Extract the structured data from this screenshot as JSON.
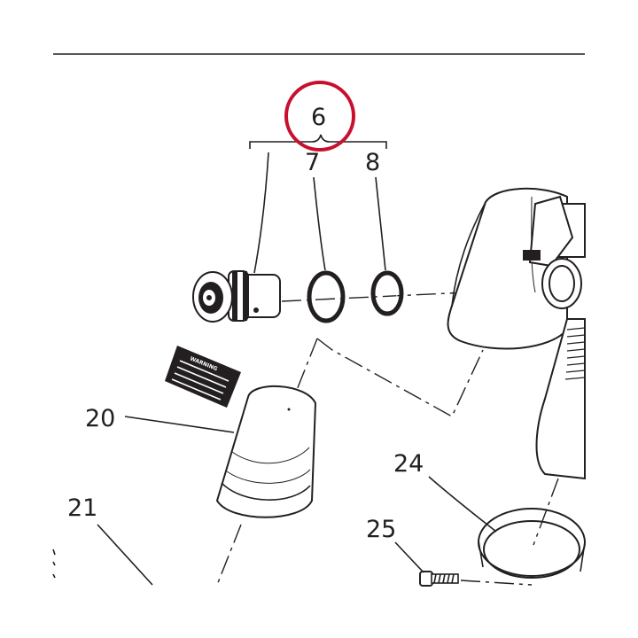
{
  "callouts": {
    "c6": "6",
    "c7": "7",
    "c8": "8",
    "c20": "20",
    "c21": "21",
    "c24": "24",
    "c25": "25"
  },
  "warning_label": {
    "heading": "WARNING"
  },
  "colors": {
    "line": "#231f20",
    "highlight_circle": "#c8102e",
    "background": "#ffffff"
  }
}
